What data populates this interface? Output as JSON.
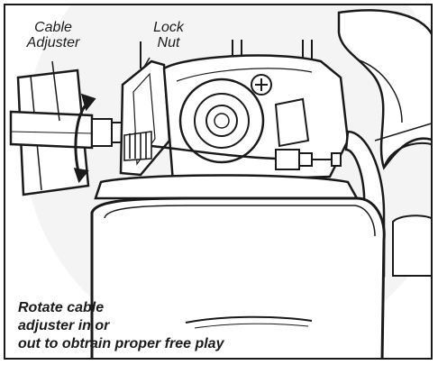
{
  "labels": {
    "cable_adjuster": [
      "Cable",
      "Adjuster"
    ],
    "lock_nut": [
      "Lock",
      "Nut"
    ]
  },
  "caption": [
    "Rotate cable",
    "adjuster in or",
    "out to  obtrain proper free play"
  ],
  "colors": {
    "ink": "#1a1a1a",
    "frame": "#1a1a1a",
    "shade": "#e6e6e6",
    "background": "#ffffff"
  }
}
